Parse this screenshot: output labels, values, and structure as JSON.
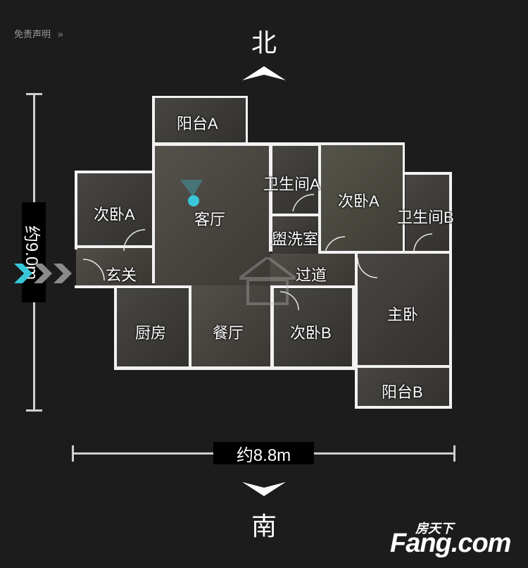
{
  "disclaimer": {
    "label": "免责声明",
    "chevron": "»"
  },
  "compass": {
    "north": "北",
    "south": "南"
  },
  "dimensions": {
    "vertical": "约9.0m",
    "horizontal": "约8.8m"
  },
  "rooms": {
    "balcony_a": "阳台A",
    "living_room": "客厅",
    "bathroom_a": "卫生间A",
    "bedroom2_a": "次卧A",
    "bedroom2_a_left": "次卧A",
    "bathroom_b": "卫生间B",
    "wash_room": "盥洗室",
    "hallway": "过道",
    "foyer": "玄关",
    "master_bedroom": "主卧",
    "kitchen": "厨房",
    "dining_room": "餐厅",
    "bedroom2_b": "次卧B",
    "balcony_b": "阳台B"
  },
  "logo": {
    "main": "Fang.com",
    "chinese": "房天下"
  },
  "icons": {
    "north_arrow": "chevron-up-icon",
    "south_arrow": "chevron-down-icon",
    "entry": "entry-arrows-icon",
    "camera": "camera-position-icon"
  },
  "colors": {
    "background": "#1c1c1c",
    "wall": "#f2f2f2",
    "camera": "#39c6d9",
    "entry_arrow": "#39c6d9"
  }
}
